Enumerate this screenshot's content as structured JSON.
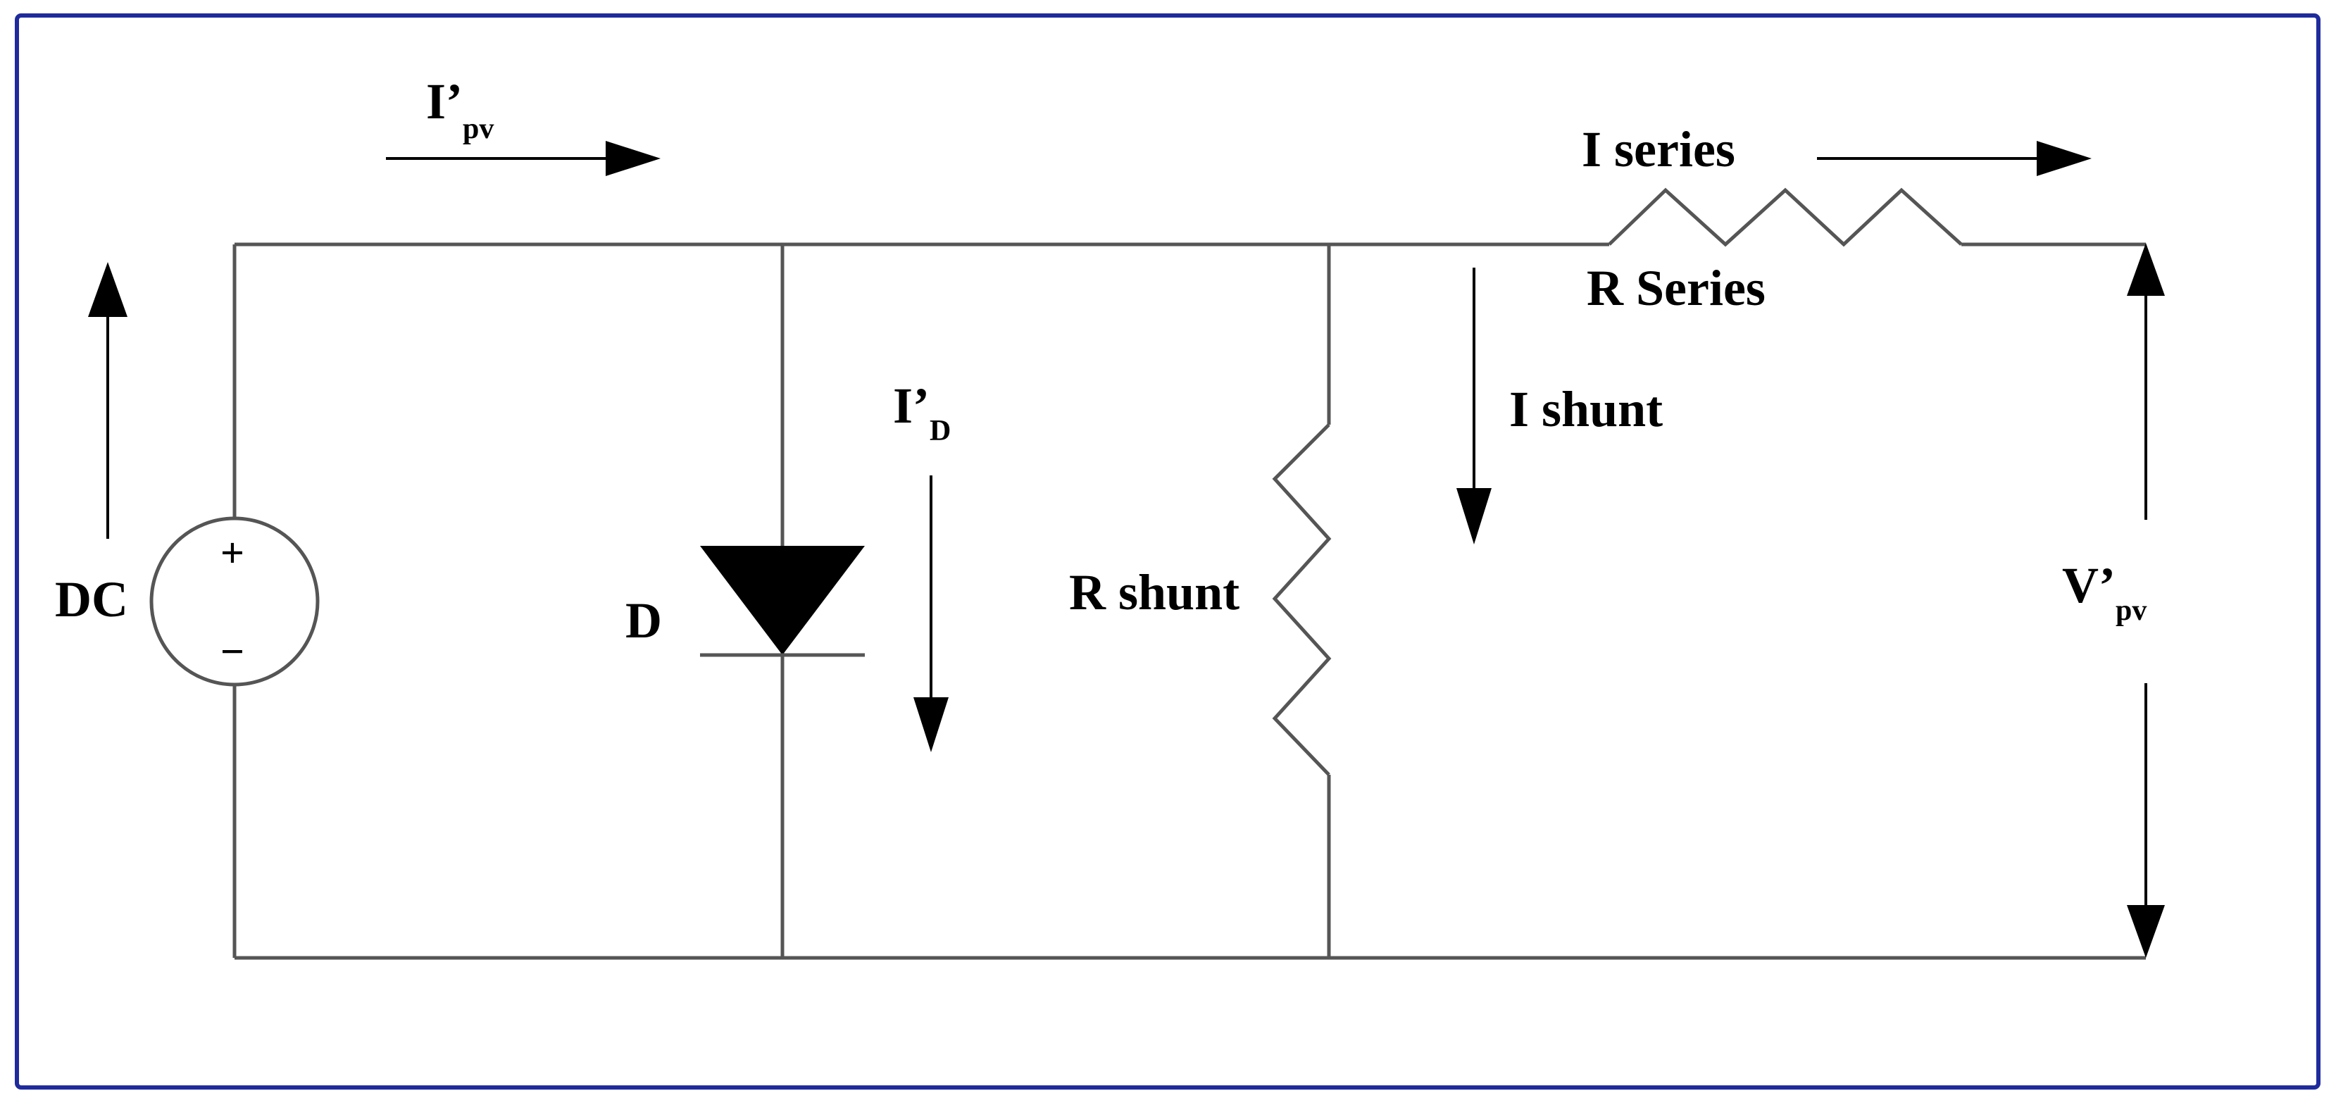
{
  "colors": {
    "border": "#1f2b9c",
    "wire": "#555555",
    "ink": "#000000"
  },
  "labels": {
    "i_pv_main": "I’",
    "i_pv_sub": "pv",
    "i_series": "I series",
    "r_series": "R Series",
    "i_shunt": "I shunt",
    "r_shunt": "R shunt",
    "i_d_main": "I’",
    "i_d_sub": "D",
    "d": "D",
    "dc": "DC",
    "plus": "+",
    "minus": "−",
    "v_pv_main": "V’",
    "v_pv_sub": "pv"
  }
}
